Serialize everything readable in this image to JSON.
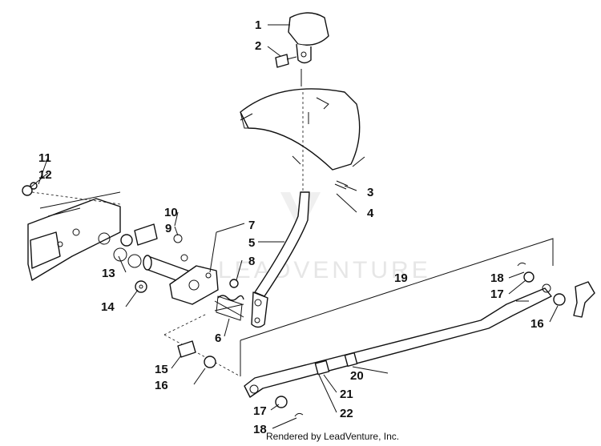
{
  "watermark": "LEADVENTURE",
  "footer": {
    "credit": "Rendered by LeadVenture, Inc."
  },
  "callouts": [
    "1",
    "2",
    "3",
    "4",
    "5",
    "6",
    "7",
    "8",
    "9",
    "10",
    "11",
    "12",
    "13",
    "14",
    "15",
    "16",
    "16",
    "17",
    "17",
    "18",
    "18",
    "19",
    "20",
    "21",
    "22"
  ]
}
